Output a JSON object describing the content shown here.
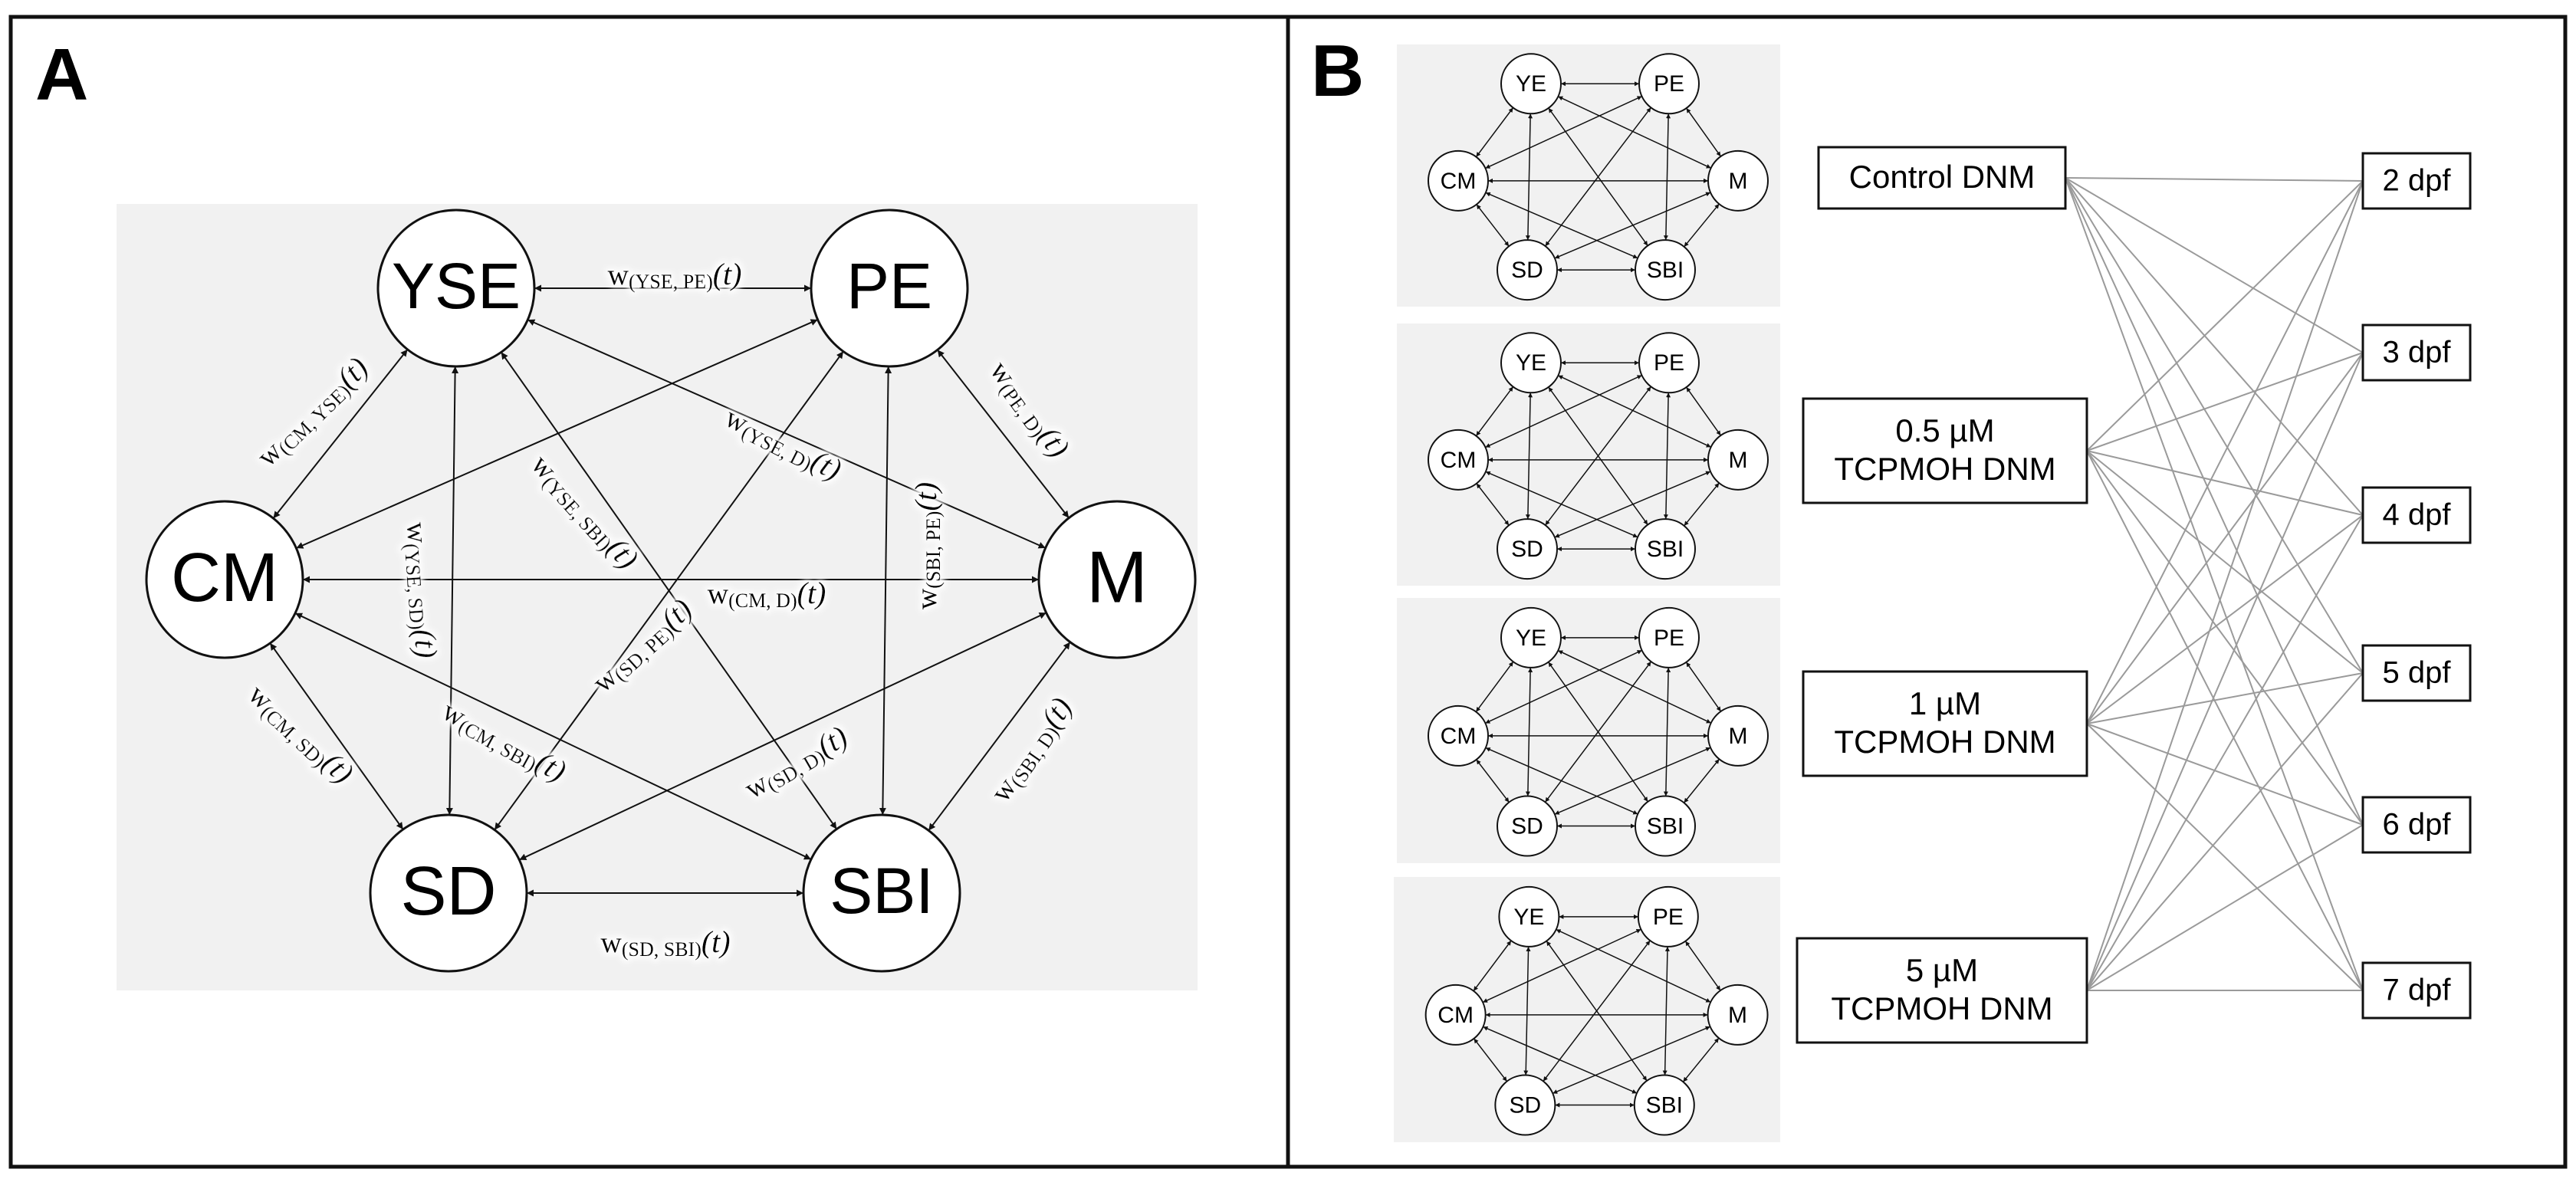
{
  "panels": {
    "a_label": "A",
    "b_label": "B"
  },
  "nodes": [
    {
      "id": "YSE",
      "label": "YSE",
      "small_label": "YE"
    },
    {
      "id": "PE",
      "label": "PE",
      "small_label": "PE"
    },
    {
      "id": "CM",
      "label": "CM",
      "small_label": "CM"
    },
    {
      "id": "M",
      "label": "M",
      "small_label": "M"
    },
    {
      "id": "SD",
      "label": "SD",
      "small_label": "SD"
    },
    {
      "id": "SBI",
      "label": "SBI",
      "small_label": "SBI"
    }
  ],
  "edges": [
    {
      "from": "YSE",
      "to": "PE",
      "label": "w(YSE, PE)(t)"
    },
    {
      "from": "CM",
      "to": "YSE",
      "label": "w(CM, YSE)(t)"
    },
    {
      "from": "PE",
      "to": "M",
      "label": "w(PE, D)(t)"
    },
    {
      "from": "YSE",
      "to": "M",
      "label": "w(YSE, D)(t)"
    },
    {
      "from": "YSE",
      "to": "SD",
      "label": "w(YSE, SD)(t)"
    },
    {
      "from": "YSE",
      "to": "SBI",
      "label": "w(YSE, SBI)(t)"
    },
    {
      "from": "PE",
      "to": "CM",
      "label": ""
    },
    {
      "from": "SBI",
      "to": "PE",
      "label": "w(SBI, PE)(t)"
    },
    {
      "from": "CM",
      "to": "M",
      "label": "w(CM, D)(t)"
    },
    {
      "from": "SD",
      "to": "PE",
      "label": "w(SD, PE)(t)"
    },
    {
      "from": "CM",
      "to": "SD",
      "label": "w(CM, SD)(t)"
    },
    {
      "from": "CM",
      "to": "SBI",
      "label": "w(CM, SBI)(t)"
    },
    {
      "from": "SD",
      "to": "M",
      "label": "w(SD, D)(t)"
    },
    {
      "from": "SBI",
      "to": "M",
      "label": "w(SBI, D)(t)"
    },
    {
      "from": "SD",
      "to": "SBI",
      "label": "w(SD, SBI)(t)"
    }
  ],
  "networks": [
    {
      "id": "control",
      "label": "Control DNM"
    },
    {
      "id": "c05",
      "label": "0.5 µM\nTCPMOH DNM"
    },
    {
      "id": "c1",
      "label": "1 µM\nTCPMOH DNM"
    },
    {
      "id": "c5",
      "label": "5 µM\nTCPMOH DNM"
    }
  ],
  "timepoints": [
    "2 dpf",
    "3 dpf",
    "4 dpf",
    "5 dpf",
    "6 dpf",
    "7 dpf"
  ],
  "colors": {
    "panel_background": "#f1f1f1",
    "border": "#111111",
    "node_fill": "#ffffff",
    "bipartite_line": "#9a9a9a"
  }
}
